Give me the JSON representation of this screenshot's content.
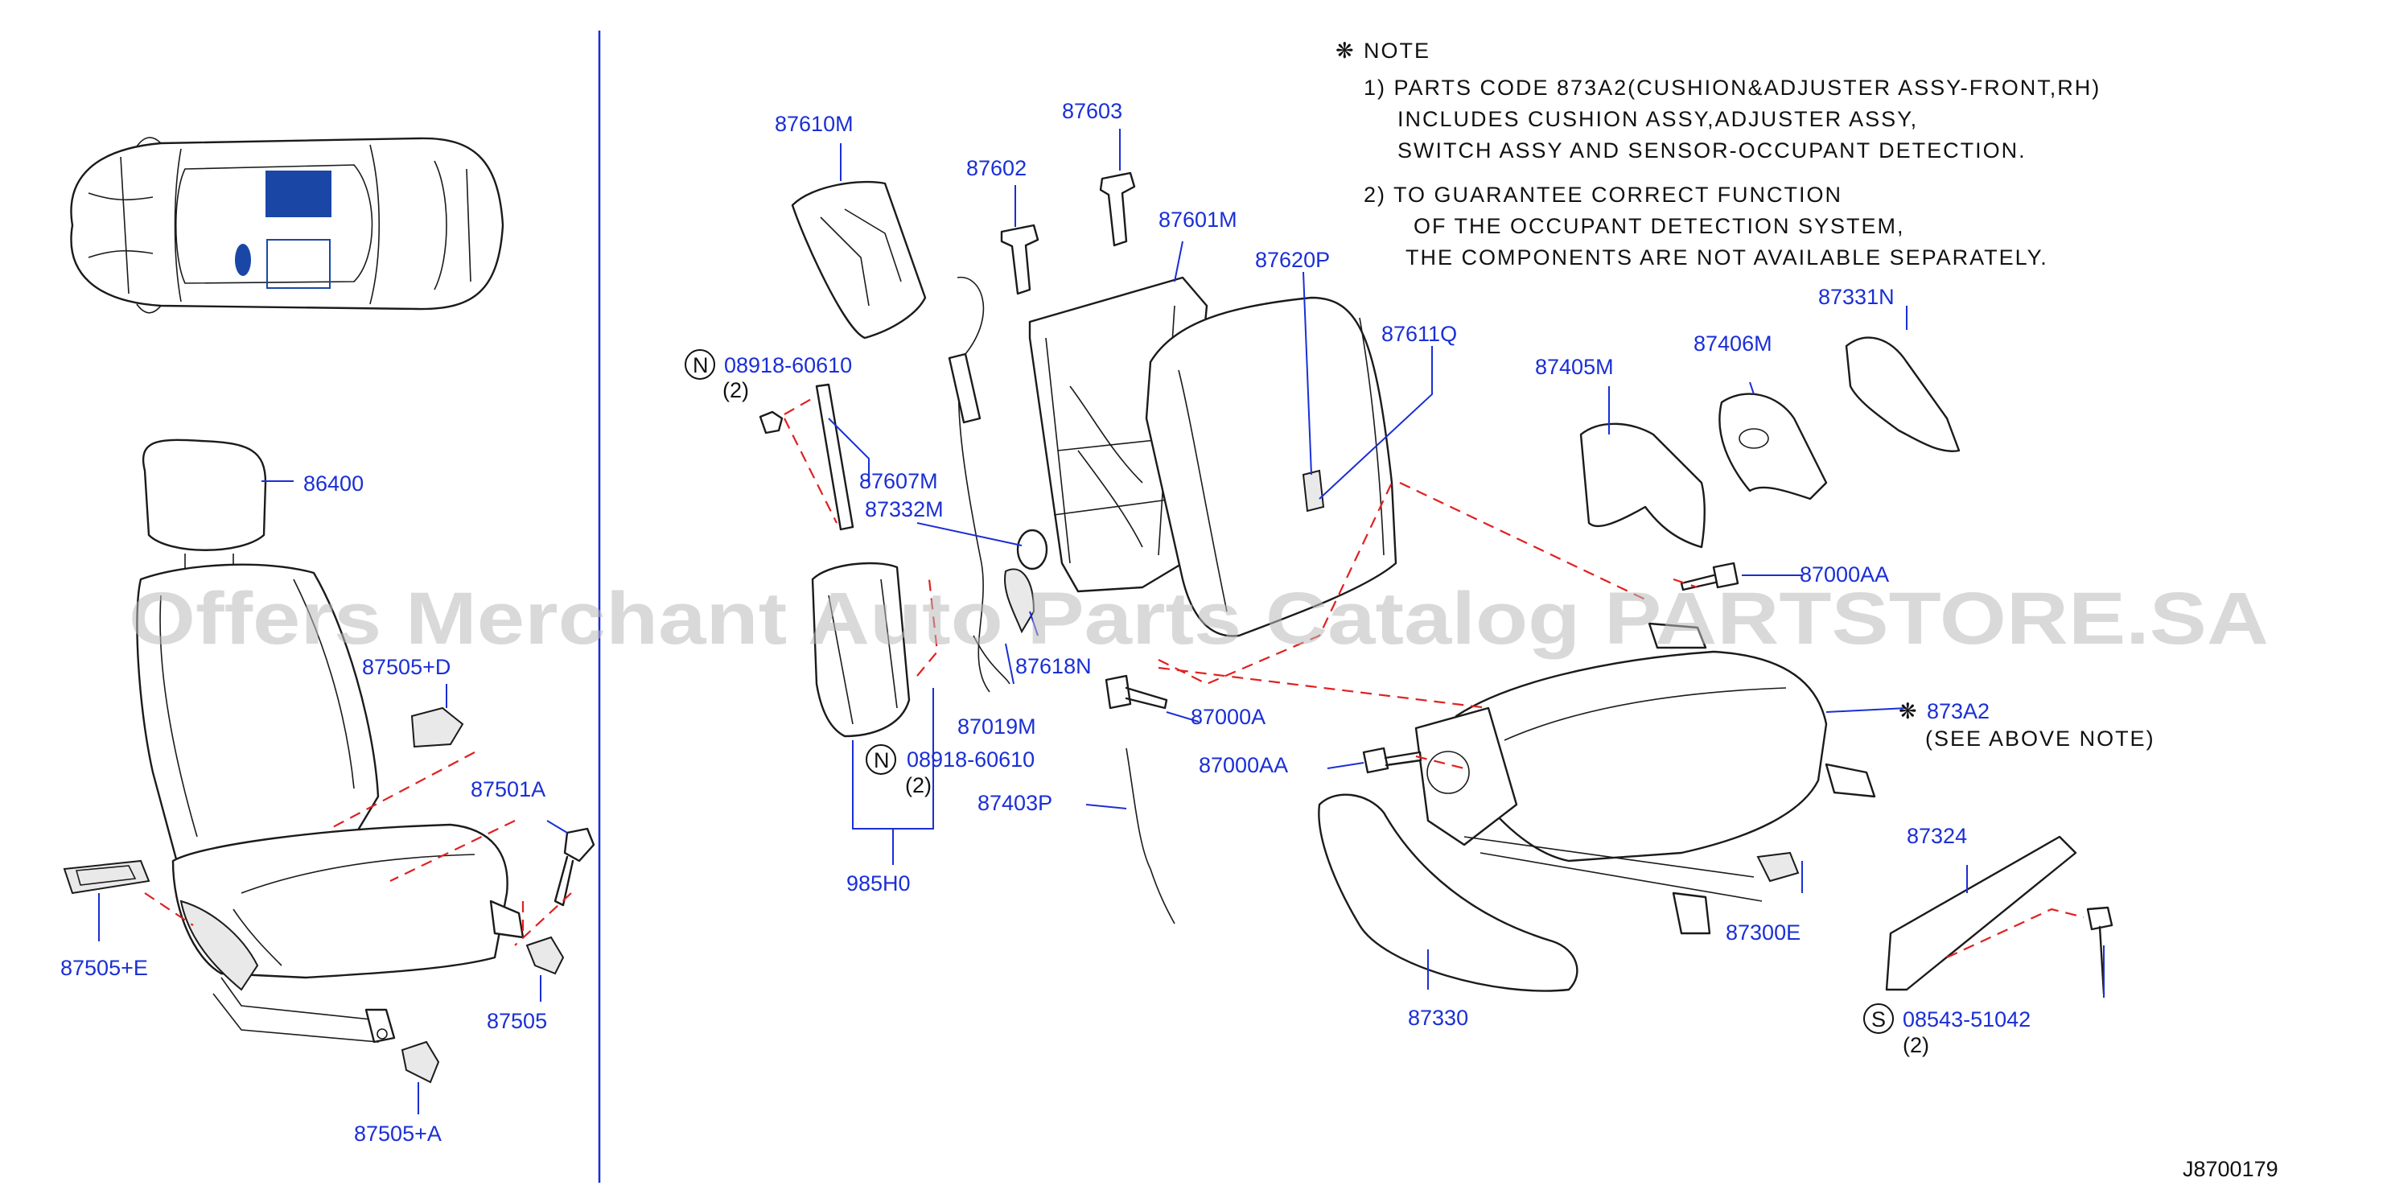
{
  "notes": {
    "header": "NOTE",
    "symbol": "❋",
    "line1": "1)  PARTS  CODE  873A2(CUSHION&ADJUSTER  ASSY-FRONT,RH)",
    "line2": "INCLUDES  CUSHION  ASSY,ADJUSTER  ASSY,",
    "line3": "SWITCH  ASSY  AND  SENSOR-OCCUPANT  DETECTION.",
    "line4": "2)  TO  GUARANTEE  CORRECT  FUNCTION",
    "line5": "OF  THE  OCCUPANT  DETECTION  SYSTEM,",
    "line6": "THE  COMPONENTS  ARE  NOT  AVAILABLE  SEPARATELY."
  },
  "watermark": "Offers Merchant Auto Parts Catalog PARTSTORE.SA",
  "diagram_id": "J8700179",
  "parts": {
    "p86400": "86400",
    "p87505D": "87505+D",
    "p87501A": "87501A",
    "p87505E": "87505+E",
    "p87505": "87505",
    "p87505A": "87505+A",
    "p87610M": "87610M",
    "p87603": "87603",
    "p87602": "87602",
    "p87601M": "87601M",
    "p87620P": "87620P",
    "p87611Q": "87611Q",
    "p08918a": "08918-60610",
    "qty08918a": "(2)",
    "p87607M": "87607M",
    "p87332M": "87332M",
    "p87618N": "87618N",
    "p87019M": "87019M",
    "p08918b": "08918-60610",
    "qty08918b": "(2)",
    "p985H0": "985H0",
    "p87000A": "87000A",
    "p87000AA_a": "87000AA",
    "p87000AA_b": "87000AA",
    "p87403P": "87403P",
    "p87405M": "87405M",
    "p87406M": "87406M",
    "p87331N": "87331N",
    "p873A2": "873A2",
    "p873A2note": "(SEE  ABOVE  NOTE)",
    "p87324": "87324",
    "p87300E": "87300E",
    "p87330": "87330",
    "p08543": "08543-51042",
    "qty08543": "(2)"
  },
  "markers": {
    "n_marker": "N",
    "s_marker": "S",
    "note_marker": "❋"
  },
  "colors": {
    "label": "#1a2fd6",
    "dashed_guide": "#e02020",
    "highlight": "#1a47a6"
  }
}
